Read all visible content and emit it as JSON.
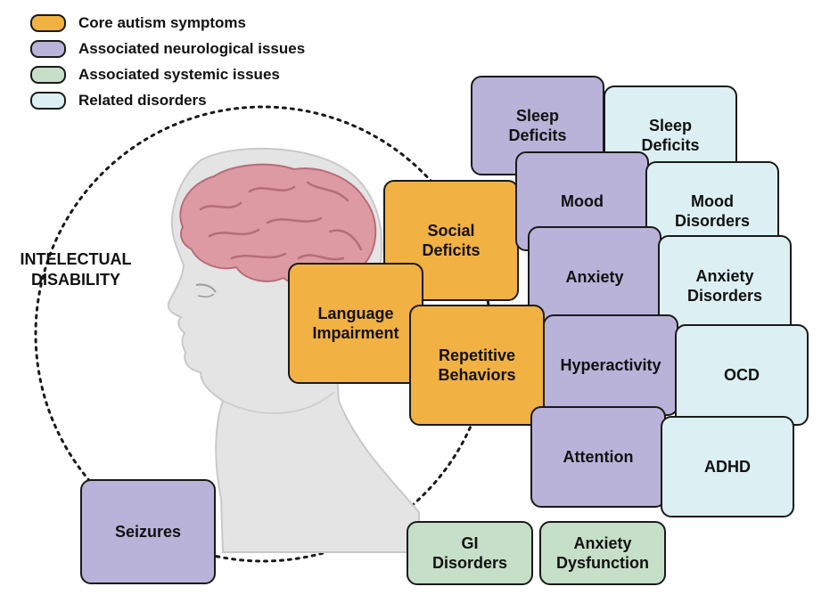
{
  "legend": [
    {
      "label": "Core autism symptoms",
      "color": "#f2b143"
    },
    {
      "label": "Associated neurological issues",
      "color": "#b9b3d9"
    },
    {
      "label": "Associated systemic issues",
      "color": "#c6dfc8"
    },
    {
      "label": "Related disorders",
      "color": "#dcf0f3"
    }
  ],
  "circle_label": "INTELECTUAL\nDISABILITY",
  "boxes": {
    "sleep_deficits_neuro": "Sleep\nDeficits",
    "sleep_deficits_related": "Sleep\nDeficits",
    "mood": "Mood",
    "mood_disorders": "Mood\nDisorders",
    "social_deficits": "Social\nDeficits",
    "anxiety": "Anxiety",
    "anxiety_disorders": "Anxiety\nDisorders",
    "language_impairment": "Language\nImpairment",
    "repetitive_behaviors": "Repetitive\nBehaviors",
    "hyperactivity": "Hyperactivity",
    "ocd": "OCD",
    "attention": "Attention",
    "adhd": "ADHD",
    "seizures": "Seizures",
    "gi_disorders": "GI\nDisorders",
    "anxiety_dysfunction": "Anxiety\nDysfunction"
  },
  "illustration": {
    "description_icon": "human-head-profile-with-brain-icon"
  }
}
